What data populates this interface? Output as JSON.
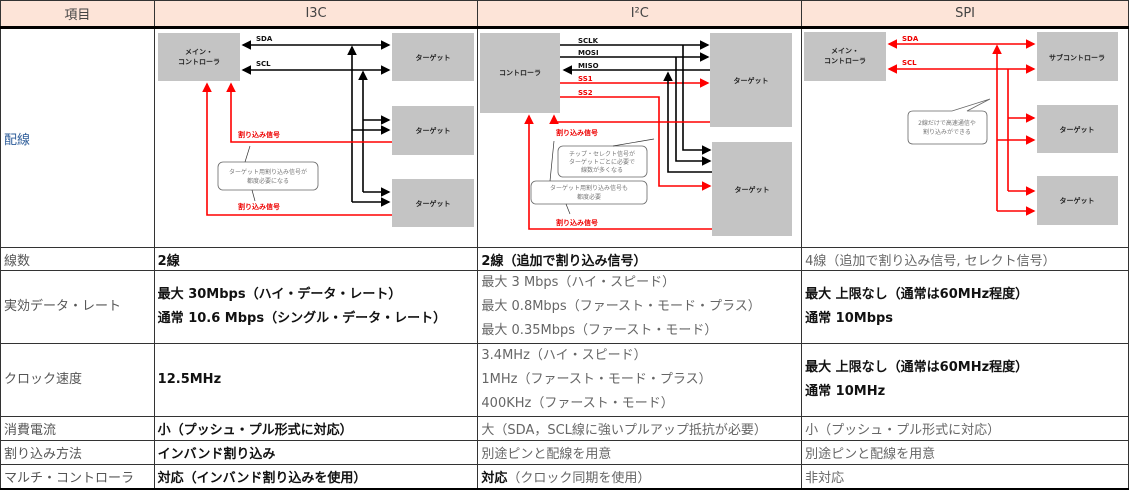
{
  "headers": [
    "項目",
    "I3C",
    "I²C",
    "SPI"
  ],
  "rows": {
    "wiring": {
      "label": "配線"
    },
    "lines": {
      "label": "線数",
      "i3c": "2線",
      "i2c": "2線（追加で割り込み信号）",
      "spi": "4線（追加で割り込み信号, セレクト信号）"
    },
    "rate": {
      "label": "実効データ・レート",
      "i3c": [
        "最大 30Mbps（ハイ・データ・レート）",
        "通常 10.6 Mbps（シングル・データ・レート）"
      ],
      "i2c": [
        "最大 3 Mbps（ハイ・スピード）",
        "最大 0.8Mbps（ファースト・モード・プラス）",
        "最大 0.35Mbps（ファースト・モード）"
      ],
      "spi": [
        "最大 上限なし（通常は60MHz程度）",
        "通常 10Mbps"
      ]
    },
    "clock": {
      "label": "クロック速度",
      "i3c": "12.5MHz",
      "i2c": [
        "3.4MHz（ハイ・スピード）",
        "1MHz（ファースト・モード・プラス）",
        "400KHz（ファースト・モード）"
      ],
      "spi": [
        "最大 上限なし（通常は60MHz程度）",
        "通常 10MHz"
      ]
    },
    "power": {
      "label": "消費電流",
      "i3c": "小（プッシュ・プル形式に対応）",
      "i2c": "大（SDA，SCL線に強いプルアップ抵抗が必要）",
      "spi": "小（プッシュ・プル形式に対応）"
    },
    "interrupt": {
      "label": "割り込み方法",
      "i3c": "インバンド割り込み",
      "i2c": "別途ピンと配線を用意",
      "spi": "別途ピンと配線を用意"
    },
    "multi": {
      "label": "マルチ・コントローラ",
      "i3c": "対応（インバンド割り込みを使用）",
      "i2c_bold": "対応",
      "i2c_rest": "（クロック同期を使用）",
      "spi": "非対応"
    }
  },
  "diagram1": {
    "main": [
      "メイン・",
      "コントローラ"
    ],
    "target": "ターゲット",
    "sda": "SDA",
    "scl": "SCL",
    "irq": "割り込み信号",
    "note": [
      "ターゲット用割り込み信号が",
      "都度必要になる"
    ]
  },
  "diagram2": {
    "controller": "コントローラ",
    "target": "ターゲット",
    "sclk": "SCLK",
    "mosi": "MOSI",
    "miso": "MISO",
    "ss1": "SS1",
    "ss2": "SS2",
    "irq": "割り込み信号",
    "note1": [
      "チップ・セレクト信号が",
      "ターゲットごとに必要で",
      "線数が多くなる"
    ],
    "note2": [
      "ターゲット用割り込み信号も",
      "都度必要"
    ]
  },
  "diagram3": {
    "main": [
      "メイン・",
      "コントローラ"
    ],
    "sub": "サブコントローラ",
    "target": "ターゲット",
    "sda": "SDA",
    "scl": "SCL",
    "note": [
      "2線だけで高速通信や",
      "割り込みができる"
    ]
  }
}
